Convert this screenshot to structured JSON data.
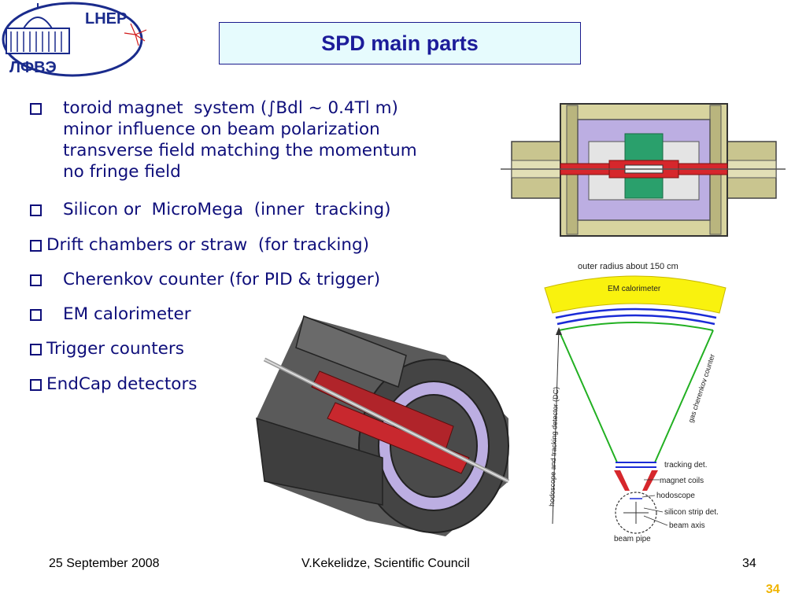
{
  "logo": {
    "top_text": "LHEP",
    "bottom_text": "ЛФВЭ"
  },
  "title": "SPD main parts",
  "bullets": [
    {
      "lines": [
        "toroid magnet  system (∫Bdl ~ 0.4Tl m)",
        "minor influence on beam polarization",
        "transverse field matching the momentum",
        "no fringe field"
      ]
    },
    {
      "lines": [
        "Silicon or  MicroMega  (inner  tracking)"
      ]
    },
    {
      "lines": [
        "Drift chambers or straw  (for tracking)"
      ]
    },
    {
      "lines": [
        "Cherenkov counter (for PID & trigger)"
      ]
    },
    {
      "lines": [
        "EM calorimeter"
      ]
    },
    {
      "lines": [
        "Trigger counters"
      ]
    },
    {
      "lines": [
        "EndCap detectors"
      ]
    }
  ],
  "schematic": {
    "outer_radius": "outer radius about 150 cm",
    "em_calorimeter": "EM calorimeter",
    "dc_label": "hodoscope and tracking detector (DC)",
    "cherenkov_label": "gas cherenkov counter",
    "tracking": "tracking det.",
    "magnet_coils": "magnet coils",
    "hodoscope": "hodoscope",
    "silicon": "silicon strip det.",
    "beam_axis": "beam axis",
    "beam_pipe": "beam pipe"
  },
  "footer": {
    "date": "25 September 2008",
    "author": "V.Kekelidze, Scientific Council",
    "page": "34"
  },
  "slide_number": "34",
  "colors": {
    "title_text": "#1c1c9a",
    "title_bg": "#e6fbfd",
    "bullet_text": "#0e0e7a",
    "slide_number": "#f0b400"
  }
}
